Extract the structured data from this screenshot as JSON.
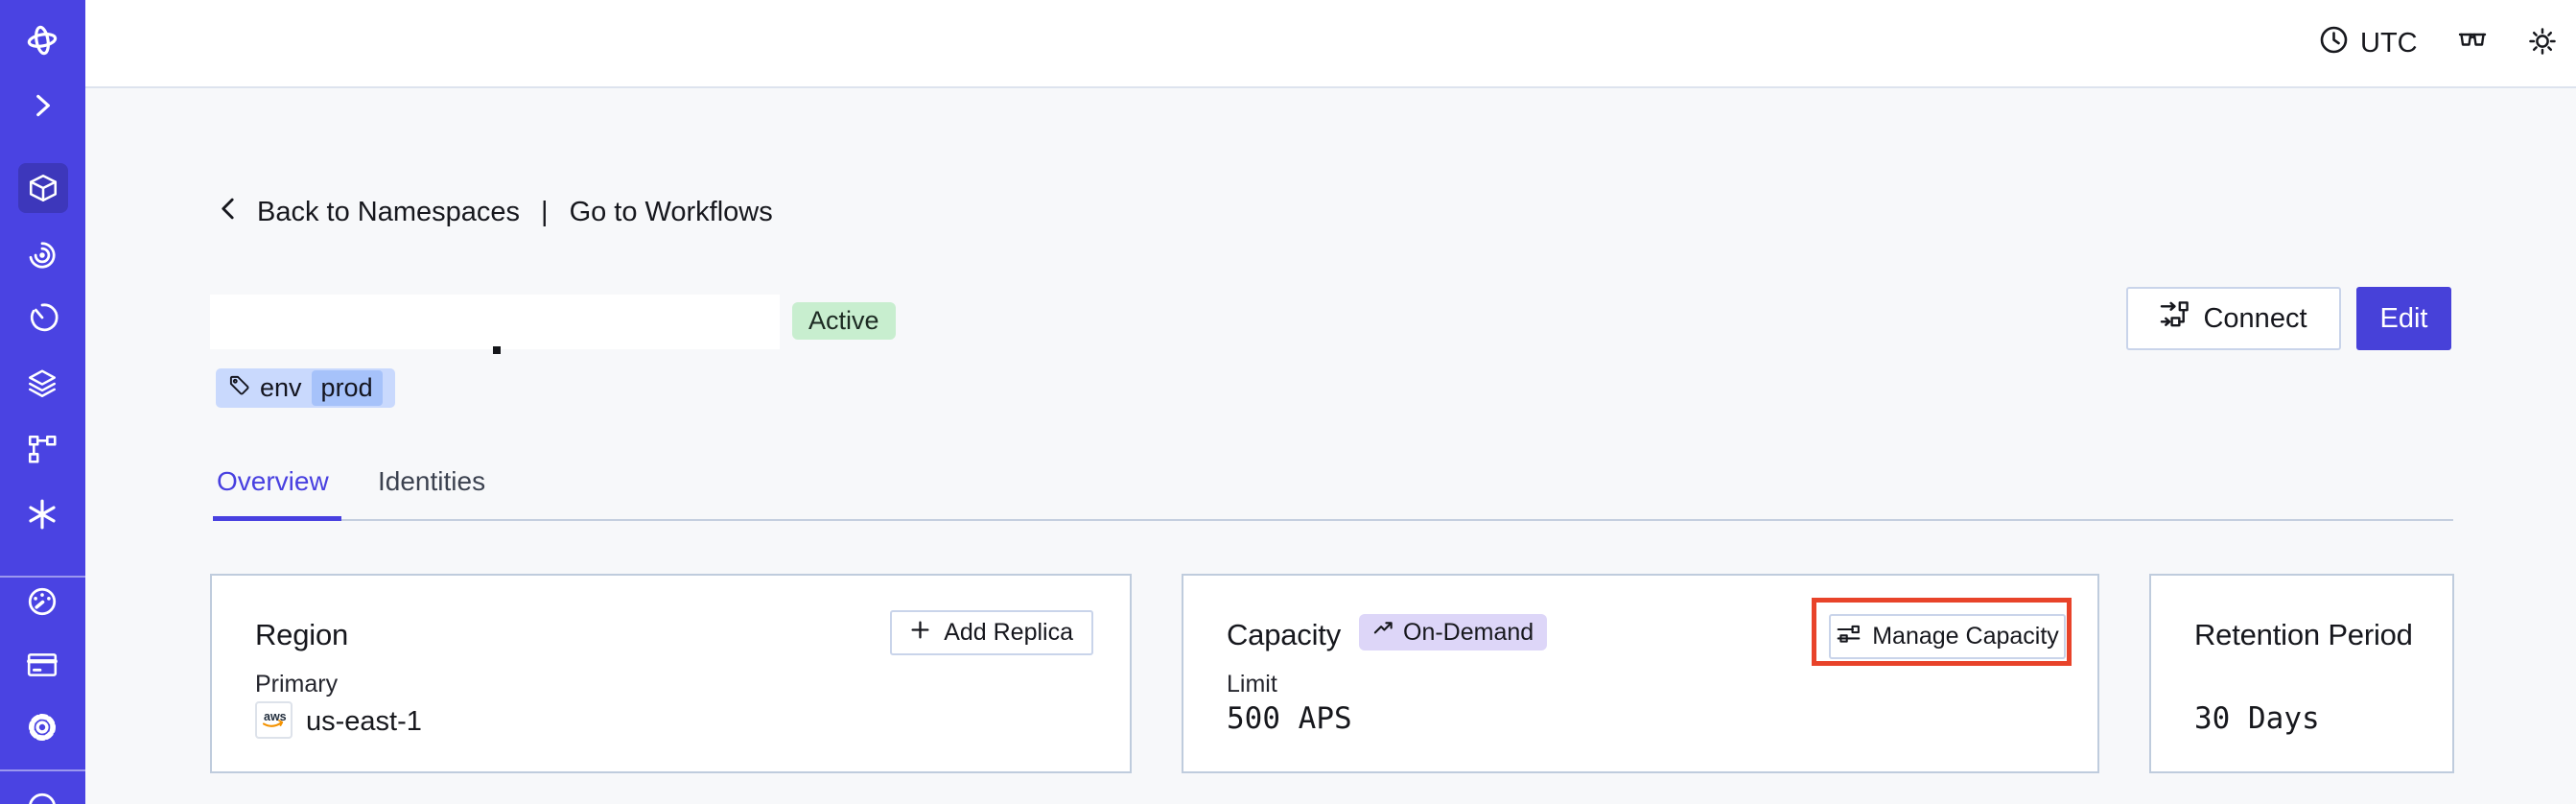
{
  "topbar": {
    "timezone": "UTC",
    "icons": [
      "clock-icon",
      "glasses-icon",
      "sun-icon"
    ],
    "avatar": "user-avatar"
  },
  "sidebar": {
    "items": [
      {
        "icon": "temporal-logo"
      },
      {
        "icon": "chevron-right-icon"
      },
      {
        "icon": "cube-icon",
        "active": true
      },
      {
        "icon": "spiral-eye-icon"
      },
      {
        "icon": "timer-icon"
      },
      {
        "icon": "layers-icon"
      },
      {
        "icon": "branch-icon"
      },
      {
        "icon": "asterisk-icon"
      },
      {
        "icon": "gauge-icon"
      },
      {
        "icon": "credit-card-icon"
      },
      {
        "icon": "gear-icon"
      },
      {
        "icon": "support-icon"
      }
    ]
  },
  "breadcrumb": {
    "back_label": "Back to Namespaces",
    "separator": "|",
    "workflows_label": "Go to Workflows"
  },
  "namespace": {
    "name_redacted": true,
    "status": "Active",
    "tag_key": "env",
    "tag_value": "prod"
  },
  "actions": {
    "connect": "Connect",
    "edit": "Edit"
  },
  "tabs": [
    {
      "label": "Overview",
      "active": true
    },
    {
      "label": "Identities",
      "active": false
    }
  ],
  "cards": {
    "region": {
      "title": "Region",
      "add_replica": "Add Replica",
      "primary_label": "Primary",
      "provider": "aws",
      "region_value": "us-east-1"
    },
    "capacity": {
      "title": "Capacity",
      "plan_badge": "On-Demand",
      "manage_button": "Manage Capacity",
      "limit_label": "Limit",
      "limit_value": "500 APS",
      "highlighted": true
    },
    "retention": {
      "title": "Retention Period",
      "value": "30 Days"
    }
  },
  "colors": {
    "sidebar": "#4a43e2",
    "sidebar_active": "#3d37bb",
    "primary_button": "#4741d9",
    "tab_accent": "#4840e0",
    "active_badge_bg": "#c8eecf",
    "tag_bg": "#c9d9fd",
    "tag_chip_bg": "#a6c2fa",
    "plan_badge_bg": "#ddd6f8",
    "highlight_outline": "#e8432a",
    "card_border": "#bfccdd",
    "content_bg": "#f7f8fa"
  }
}
